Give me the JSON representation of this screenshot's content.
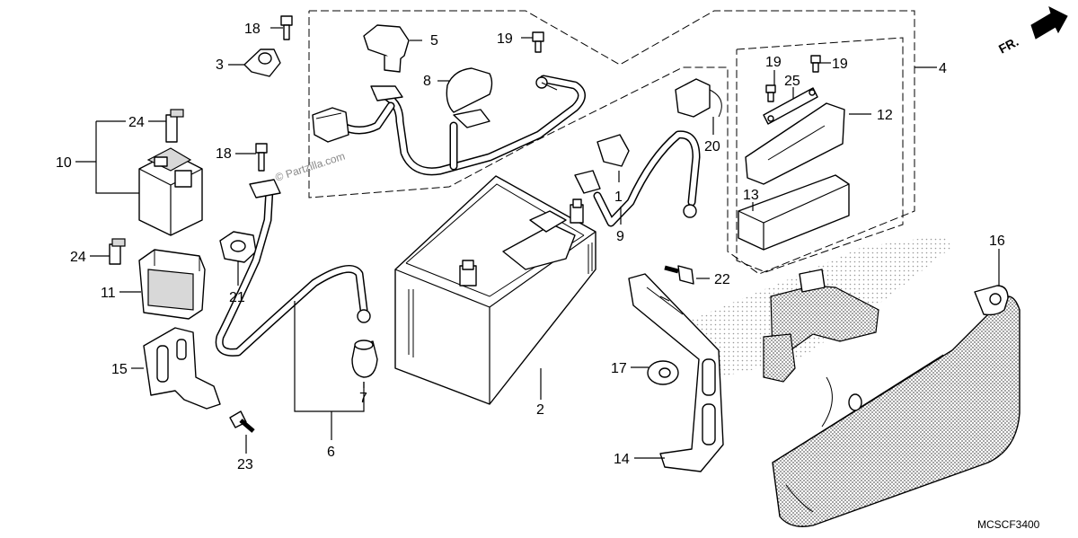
{
  "watermark": "© Partzilla.com",
  "direction_label": "FR.",
  "diagram_code": "MCSCF3400",
  "callouts": [
    {
      "id": "c18a",
      "label": "18"
    },
    {
      "id": "c3",
      "label": "3"
    },
    {
      "id": "c5",
      "label": "5"
    },
    {
      "id": "c8",
      "label": "8"
    },
    {
      "id": "c19a",
      "label": "19"
    },
    {
      "id": "c24a",
      "label": "24"
    },
    {
      "id": "c10",
      "label": "10"
    },
    {
      "id": "c18b",
      "label": "18"
    },
    {
      "id": "c24b",
      "label": "24"
    },
    {
      "id": "c11",
      "label": "11"
    },
    {
      "id": "c21",
      "label": "21"
    },
    {
      "id": "c15",
      "label": "15"
    },
    {
      "id": "c23",
      "label": "23"
    },
    {
      "id": "c6",
      "label": "6"
    },
    {
      "id": "c7",
      "label": "7"
    },
    {
      "id": "c2",
      "label": "2"
    },
    {
      "id": "c1",
      "label": "1"
    },
    {
      "id": "c9",
      "label": "9"
    },
    {
      "id": "c20",
      "label": "20"
    },
    {
      "id": "c4",
      "label": "4"
    },
    {
      "id": "c19b",
      "label": "19"
    },
    {
      "id": "c25",
      "label": "25"
    },
    {
      "id": "c19c",
      "label": "19"
    },
    {
      "id": "c12",
      "label": "12"
    },
    {
      "id": "c13",
      "label": "13"
    },
    {
      "id": "c22",
      "label": "22"
    },
    {
      "id": "c16",
      "label": "16"
    },
    {
      "id": "c17",
      "label": "17"
    },
    {
      "id": "c14",
      "label": "14"
    }
  ]
}
